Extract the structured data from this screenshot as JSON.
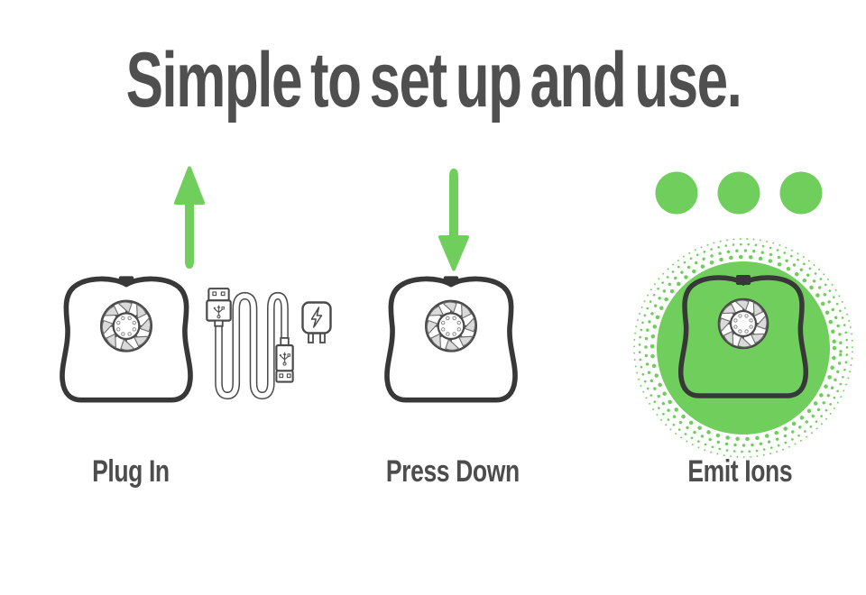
{
  "title": "Simple to set up and use.",
  "colors": {
    "background": "#ffffff",
    "accent_green": "#6fce5c",
    "outline_dark": "#383838",
    "text_gray": "#4d4d4d",
    "title_gray": "#4f4f4f"
  },
  "steps": [
    {
      "label": "Plug In",
      "indicator_icon": "arrow-up-icon",
      "illustration_items": [
        "ionizer-device-with-fan",
        "usb-cable",
        "power-adapter"
      ]
    },
    {
      "label": "Press Down",
      "indicator_icon": "arrow-down-icon",
      "illustration_items": [
        "ionizer-device-with-fan"
      ]
    },
    {
      "label": "Emit Ions",
      "indicator_icon": "three-dots-icon",
      "illustration_items": [
        "ionizer-device-with-fan",
        "green-halo-circle-with-dotted-ion-rings"
      ]
    }
  ]
}
